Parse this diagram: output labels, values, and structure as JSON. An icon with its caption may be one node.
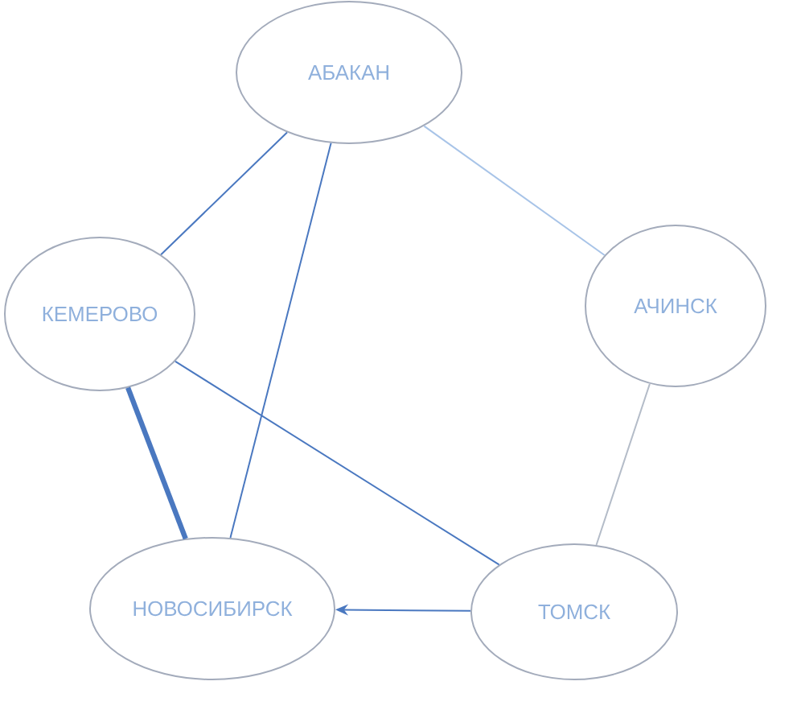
{
  "diagram": {
    "nodes": [
      {
        "text": [
          "АБАКАН"
        ]
      },
      {
        "text": [
          "КЕМЕРОВО"
        ]
      },
      {
        "text": [
          "АЧИНСК"
        ]
      },
      {
        "text": [
          "НОВОСИБИРСК"
        ]
      },
      {
        "text": [
          "ТОМСК"
        ]
      }
    ],
    "edges": [
      {
        "from": 0,
        "to": 1,
        "arrow": "none"
      },
      {
        "from": 0,
        "to": 3,
        "arrow": "none"
      },
      {
        "from": 0,
        "to": 2,
        "arrow": "none",
        "color": "#a8c4e8"
      },
      {
        "from": 1,
        "to": 4,
        "arrow": "none"
      },
      {
        "from": 1,
        "to": 3,
        "arrow": "none",
        "style": "thick"
      },
      {
        "from": 2,
        "to": 4,
        "arrow": "none",
        "color": "#b4bcc8"
      },
      {
        "from": 4,
        "to": 3,
        "arrow": "to"
      }
    ]
  }
}
